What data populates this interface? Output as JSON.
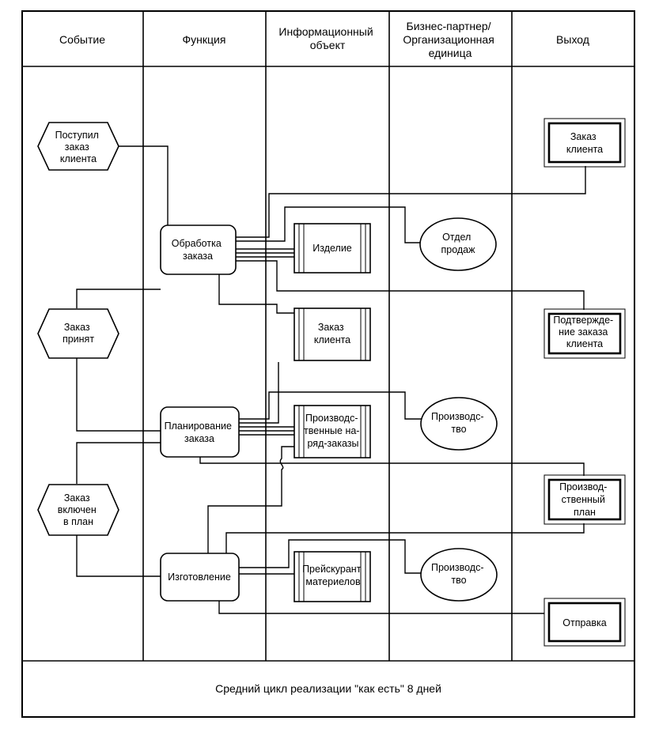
{
  "headers": {
    "event": "Событие",
    "function": "Функция",
    "info_object": [
      "Информационный",
      "объект"
    ],
    "partner": [
      "Бизнес-партнер/",
      "Организационная",
      "единица"
    ],
    "output": "Выход"
  },
  "events": {
    "order_received": [
      "Поступил",
      "заказ",
      "клиента"
    ],
    "order_accepted": [
      "Заказ",
      "принят"
    ],
    "order_planned": [
      "Заказ",
      "включен",
      "в план"
    ]
  },
  "functions": {
    "order_processing": [
      "Обработка",
      "заказа"
    ],
    "order_planning": [
      "Планирование",
      "заказа"
    ],
    "manufacturing": [
      "Изготовление"
    ]
  },
  "info_objects": {
    "product": [
      "Изделие"
    ],
    "client_order": [
      "Заказ",
      "клиента"
    ],
    "production_orders": [
      "Производс-",
      "твенные на-",
      "ряд-заказы"
    ],
    "price_list": [
      "Прейскурант",
      "материелов"
    ]
  },
  "org_units": {
    "sales_dept": [
      "Отдел",
      "продаж"
    ],
    "production_1": [
      "Производс-",
      "тво"
    ],
    "production_2": [
      "Производс-",
      "тво"
    ]
  },
  "outputs": {
    "client_order": [
      "Заказ",
      "клиента"
    ],
    "order_confirmation": [
      "Подтвержде-",
      "ние заказа",
      "клиента"
    ],
    "production_plan": [
      "Производ-",
      "ственный",
      "план"
    ],
    "shipment": [
      "Отправка"
    ]
  },
  "footer": "Средний цикл реализации \"как есть\" 8 дней"
}
